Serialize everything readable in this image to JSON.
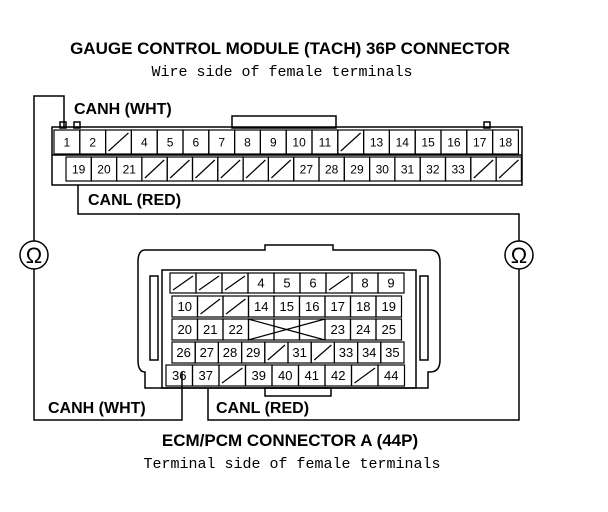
{
  "top_connector": {
    "title": "GAUGE CONTROL MODULE (TACH) 36P CONNECTOR",
    "subtitle": "Wire side of female terminals",
    "row1": [
      "1",
      "2",
      "/",
      "4",
      "5",
      "6",
      "7",
      "8",
      "9",
      "10",
      "11",
      "/",
      "13",
      "14",
      "15",
      "16",
      "17",
      "18"
    ],
    "row2": [
      "19",
      "20",
      "21",
      "/",
      "/",
      "/",
      "/",
      "/",
      "/",
      "27",
      "28",
      "29",
      "30",
      "31",
      "32",
      "33",
      "/",
      "/"
    ],
    "canh_label": "CANH (WHT)",
    "canl_label": "CANL (RED)"
  },
  "bottom_connector": {
    "title": "ECM/PCM CONNECTOR A (44P)",
    "subtitle": "Terminal side of female terminals",
    "row1": [
      "/",
      "/",
      "/",
      "4",
      "5",
      "6",
      "/",
      "8",
      "9"
    ],
    "row2": [
      "10",
      "/",
      "/",
      "14",
      "15",
      "16",
      "17",
      "18",
      "19"
    ],
    "row3": [
      "20",
      "21",
      "22",
      "",
      "",
      "",
      "23",
      "24",
      "25"
    ],
    "row4": [
      "26",
      "27",
      "28",
      "29",
      "/",
      "31",
      "/",
      "33",
      "34",
      "35"
    ],
    "row5": [
      "36",
      "37",
      "/",
      "39",
      "40",
      "41",
      "42",
      "/",
      "44"
    ],
    "canh_label": "CANH (WHT)",
    "canl_label": "CANL (RED)"
  },
  "meter_symbol": "Ω",
  "colors": {
    "line": "#000000",
    "background": "#ffffff"
  }
}
